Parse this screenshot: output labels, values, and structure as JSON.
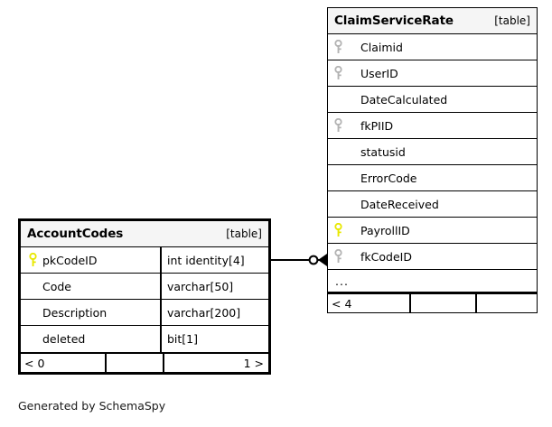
{
  "diagram": {
    "type": "entity-relationship-diagram",
    "caption": "Generated by SchemaSpy",
    "tables": [
      {
        "id": "claimservicerate",
        "name": "ClaimServiceRate",
        "tag": "[table]",
        "focal": false,
        "columns": [
          {
            "name": "Claimid",
            "key": "index",
            "key_icon": "key-icon-gray"
          },
          {
            "name": "UserID",
            "key": "index",
            "key_icon": "key-icon-gray"
          },
          {
            "name": "DateCalculated",
            "key": "none",
            "key_icon": ""
          },
          {
            "name": "fkPIID",
            "key": "index",
            "key_icon": "key-icon-gray"
          },
          {
            "name": "statusid",
            "key": "none",
            "key_icon": ""
          },
          {
            "name": "ErrorCode",
            "key": "none",
            "key_icon": ""
          },
          {
            "name": "DateReceived",
            "key": "none",
            "key_icon": ""
          },
          {
            "name": "PayrollID",
            "key": "primary",
            "key_icon": "key-icon-yellow"
          },
          {
            "name": "fkCodeID",
            "key": "index",
            "key_icon": "key-icon-gray"
          }
        ],
        "more_indicator": "...",
        "footer": {
          "left": "< 4",
          "middle": "",
          "right": ""
        }
      },
      {
        "id": "accountcodes",
        "name": "AccountCodes",
        "tag": "[table]",
        "focal": true,
        "columns": [
          {
            "name": "pkCodeID",
            "type": "int identity[4]",
            "key": "primary",
            "key_icon": "key-icon-yellow"
          },
          {
            "name": "Code",
            "type": "varchar[50]",
            "key": "none",
            "key_icon": ""
          },
          {
            "name": "Description",
            "type": "varchar[200]",
            "key": "none",
            "key_icon": ""
          },
          {
            "name": "deleted",
            "type": "bit[1]",
            "key": "none",
            "key_icon": ""
          }
        ],
        "footer": {
          "left": "< 0",
          "middle": "",
          "right": "1 >"
        }
      }
    ],
    "relationships": [
      {
        "from_table": "AccountCodes",
        "from_column": "pkCodeID",
        "to_table": "ClaimServiceRate",
        "to_column": "fkCodeID",
        "from_cardinality": "one",
        "to_cardinality": "zero-or-many",
        "notation": "crows-foot"
      }
    ]
  },
  "colors": {
    "primary_key": "#e8e800",
    "index_key": "#b3b3b3",
    "header_background": "#f5f5f5",
    "border": "#000000",
    "text": "#000000",
    "background": "#ffffff"
  }
}
